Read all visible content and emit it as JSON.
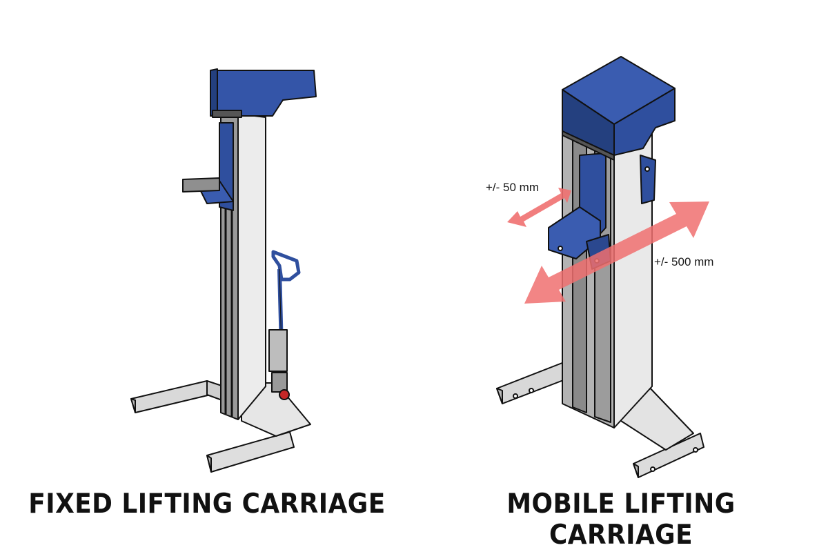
{
  "fixed": {
    "caption": "FIXED LIFTING CARRIAGE"
  },
  "mobile": {
    "caption": "MOBILE LIFTING CARRIAGE",
    "dim_small": "+/- 50 mm",
    "dim_large": "+/- 500 mm"
  },
  "colors": {
    "carriage_blue": "#2f4f9e",
    "carriage_blue_dark": "#1f356e",
    "column_light": "#ececec",
    "column_mid": "#c9c9c9",
    "column_dark": "#8a8a8a",
    "arrow_red": "#f07070",
    "outline": "#111111"
  }
}
